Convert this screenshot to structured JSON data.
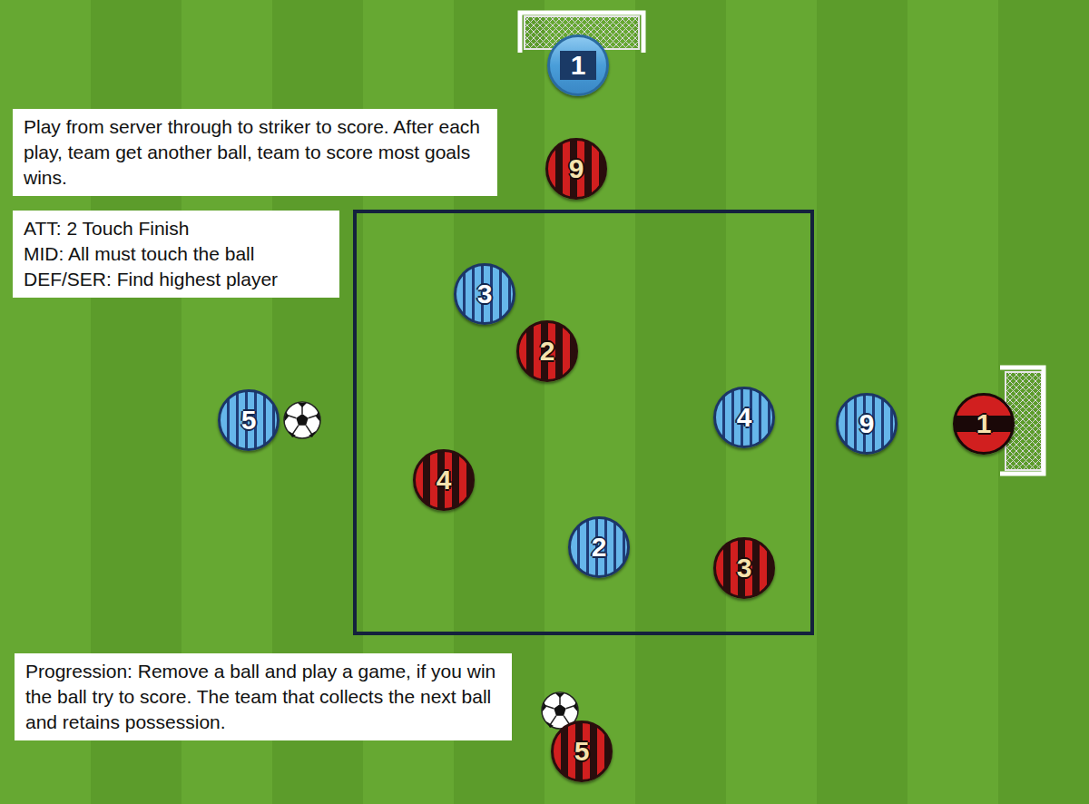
{
  "diagram": {
    "nodes": [
      {
        "text": [
          "1"
        ]
      },
      {
        "text": [
          "Play from server through to striker to score. After each play, team get another ball, team to score most goals wins."
        ]
      },
      {
        "text": [
          "9"
        ]
      },
      {
        "text": [
          "ATT: 2 Touch Finish",
          "MID: All must touch the ball",
          "DEF/SER: Find highest player"
        ]
      },
      {
        "text": [
          "3"
        ]
      },
      {
        "text": [
          "2"
        ]
      },
      {
        "text": [
          "5"
        ]
      },
      {
        "text": [
          "4"
        ]
      },
      {
        "text": [
          "9"
        ]
      },
      {
        "text": [
          "1"
        ]
      },
      {
        "text": [
          "4"
        ]
      },
      {
        "text": [
          "2"
        ]
      },
      {
        "text": [
          "3"
        ]
      },
      {
        "text": [
          "Progression: Remove a ball and play a game, if you win the ball try to score. The team that collects the next ball and retains possession."
        ]
      },
      {
        "text": [
          "5"
        ]
      }
    ]
  }
}
